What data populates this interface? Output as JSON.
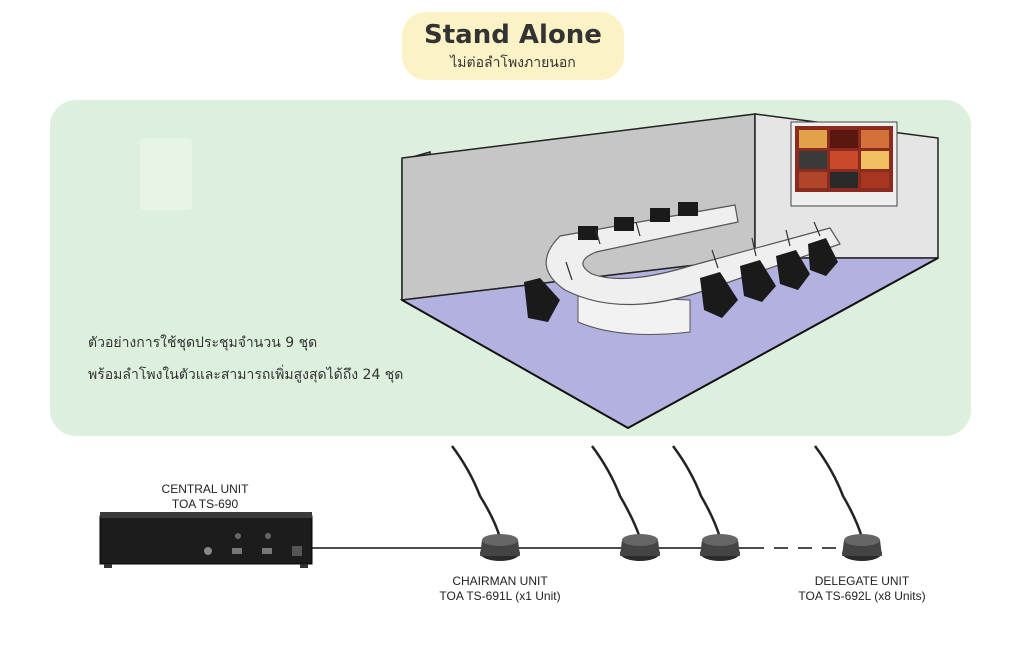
{
  "header": {
    "title": "Stand Alone",
    "subtitle": "ไม่ต่อลำโพงภายนอก"
  },
  "caption": {
    "line1": "ตัวอย่างการใช้ชุดประชุมจำนวน 9 ชุด",
    "line2": "พร้อมลำโพงในตัวและสามารถเพิ่มสูงสุดได้ถึง 24 ชุด"
  },
  "central_unit": {
    "label": "CENTRAL UNIT",
    "model": "TOA TS-690"
  },
  "chairman_unit": {
    "label": "CHAIRMAN UNIT",
    "model": "TOA TS-691L (x1 Unit)"
  },
  "delegate_unit": {
    "label": "DELEGATE UNIT",
    "model": "TOA TS-692L (x8 Units)"
  },
  "colors": {
    "title_badge": "#fbf3c6",
    "panel_green": "#ddf0dd",
    "floor_lavender": "#b3b1e0",
    "wall_gray": "#c9c9c9",
    "device_black": "#1c1c1c"
  }
}
